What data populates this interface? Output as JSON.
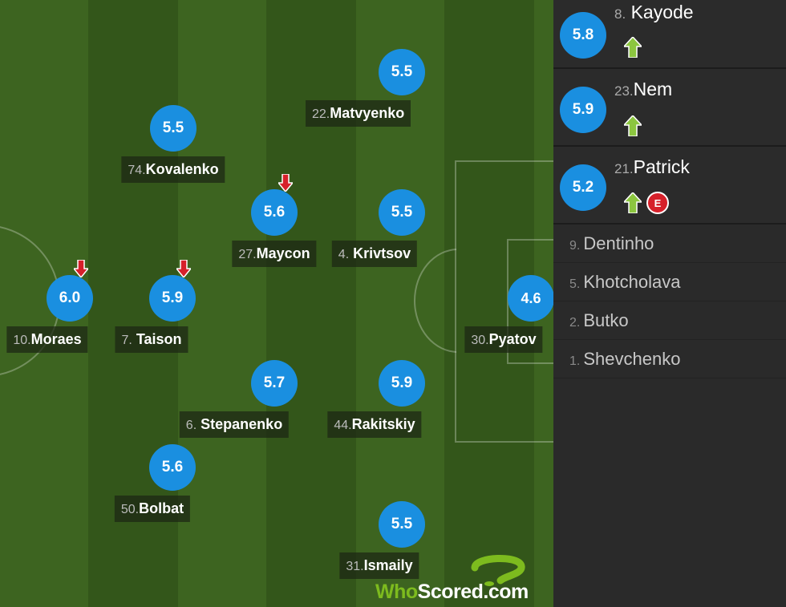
{
  "pitch_players": [
    {
      "num": "22.",
      "name": "Matvyenko",
      "rating": "5.5",
      "sub_off": false
    },
    {
      "num": "74.",
      "name": "Kovalenko",
      "rating": "5.5",
      "sub_off": false
    },
    {
      "num": "27.",
      "name": "Maycon",
      "rating": "5.6",
      "sub_off": true
    },
    {
      "num": "4.",
      "name": "Krivtsov",
      "rating": "5.5",
      "sub_off": false
    },
    {
      "num": "10.",
      "name": "Moraes",
      "rating": "6.0",
      "sub_off": true
    },
    {
      "num": "7.",
      "name": "Taison",
      "rating": "5.9",
      "sub_off": true
    },
    {
      "num": "30.",
      "name": "Pyatov",
      "rating": "4.6",
      "sub_off": false
    },
    {
      "num": "6.",
      "name": "Stepanenko",
      "rating": "5.7",
      "sub_off": false
    },
    {
      "num": "44.",
      "name": "Rakitskiy",
      "rating": "5.9",
      "sub_off": false
    },
    {
      "num": "50.",
      "name": "Bolbat",
      "rating": "5.6",
      "sub_off": false
    },
    {
      "num": "31.",
      "name": "Ismaily",
      "rating": "5.5",
      "sub_off": false
    }
  ],
  "subs_used": [
    {
      "num": "8.",
      "name": "Kayode",
      "rating": "5.8",
      "event": null
    },
    {
      "num": "23.",
      "name": "Nem",
      "rating": "5.9",
      "event": null
    },
    {
      "num": "21.",
      "name": "Patrick",
      "rating": "5.2",
      "event": "E"
    }
  ],
  "bench": [
    {
      "num": "9.",
      "name": "Dentinho"
    },
    {
      "num": "5.",
      "name": "Khotcholava"
    },
    {
      "num": "2.",
      "name": "Butko"
    },
    {
      "num": "1.",
      "name": "Shevchenko"
    }
  ],
  "watermark": {
    "who": "Who",
    "scored": "Scored",
    "dotcom": ".com"
  },
  "colors": {
    "rating_bubble": "#1a8fe0",
    "sub_off_arrow": "#d6202a",
    "sub_on_arrow": "#8cc63f",
    "event_badge": "#d6202a"
  },
  "icons": {
    "sub_off": "down-arrow-icon",
    "sub_on": "up-arrow-icon",
    "event": "error-badge-icon"
  }
}
